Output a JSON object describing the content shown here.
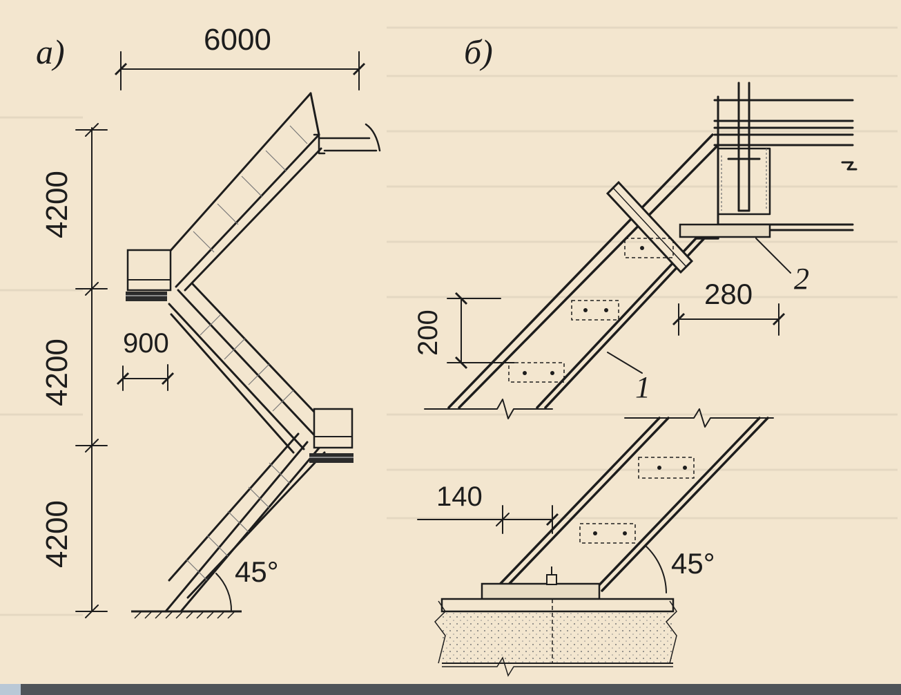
{
  "diagram": {
    "panel_a": {
      "label": "а)",
      "dim_top": "6000",
      "dim_heights": [
        "4200",
        "4200",
        "4200"
      ],
      "dim_landing": "900",
      "angle": "45°"
    },
    "panel_b": {
      "label": "б)",
      "dim_rise": "200",
      "dim_run": "140",
      "dim_plate": "280",
      "callout_1": "1",
      "callout_2": "2",
      "angle": "45°"
    }
  }
}
